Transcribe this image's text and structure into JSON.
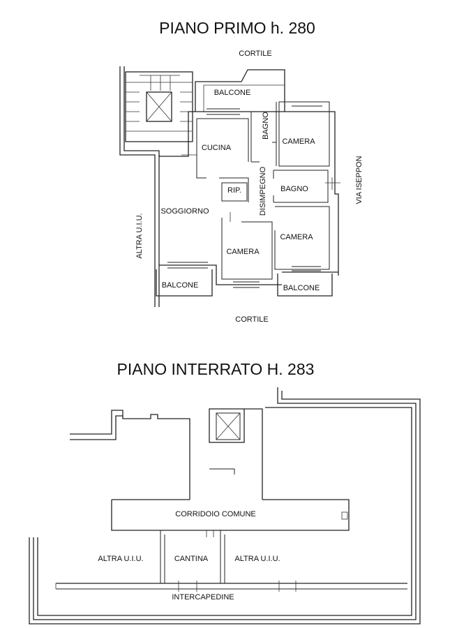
{
  "upper_plan": {
    "title": "PIANO PRIMO h. 280",
    "labels": {
      "cortile_top": "CORTILE",
      "balcone_top": "BALCONE",
      "bagno_1": "BAGNO",
      "camera_1": "CAMERA",
      "cucina": "CUCINA",
      "via": "VIA ISEPPON",
      "bagno_2": "BAGNO",
      "rip": "RIP.",
      "disimpegno": "DISIMPEGNO",
      "soggiorno": "SOGGIORNO",
      "altra_uiu": "ALTRA U.I.U.",
      "camera_2": "CAMERA",
      "camera_3": "CAMERA",
      "balcone_left": "BALCONE",
      "balcone_right": "BALCONE",
      "cortile_bottom": "CORTILE"
    }
  },
  "lower_plan": {
    "title": "PIANO INTERRATO H. 283",
    "labels": {
      "corridoio": "CORRIDOIO COMUNE",
      "altra_left": "ALTRA U.I.U.",
      "cantina": "CANTINA",
      "altra_right": "ALTRA U.I.U.",
      "intercapedine": "INTERCAPEDINE"
    }
  }
}
